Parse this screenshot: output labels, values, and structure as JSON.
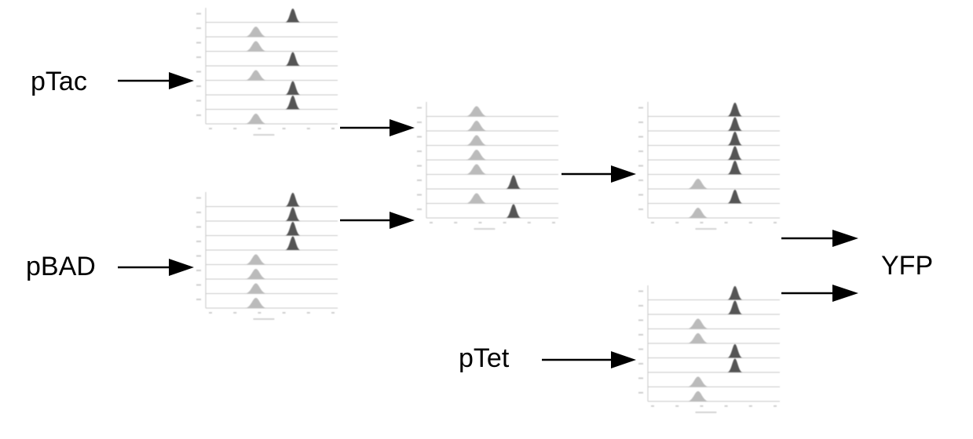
{
  "labels": {
    "ptac": "pTac",
    "pbad": "pBAD",
    "ptet": "pTet",
    "yfp": "YFP"
  },
  "colors": {
    "high_peak": "#555555",
    "low_peak": "#bbbbbb",
    "frame": "#c8c8c8",
    "arrow": "#000000"
  },
  "panels": [
    {
      "id": "ptac-histogram",
      "states": [
        "high",
        "low",
        "low",
        "high",
        "low",
        "high",
        "high",
        "low"
      ]
    },
    {
      "id": "pbad-histogram",
      "states": [
        "high",
        "high",
        "high",
        "high",
        "low",
        "low",
        "low",
        "low"
      ]
    },
    {
      "id": "middle-histogram",
      "states": [
        "low",
        "low",
        "low",
        "low",
        "low",
        "high",
        "low",
        "high"
      ]
    },
    {
      "id": "right-upper-histogram",
      "states": [
        "high",
        "high",
        "high",
        "high",
        "high",
        "low",
        "high",
        "low"
      ]
    },
    {
      "id": "ptet-histogram",
      "states": [
        "high",
        "high",
        "low",
        "low",
        "high",
        "high",
        "low",
        "low"
      ]
    }
  ]
}
